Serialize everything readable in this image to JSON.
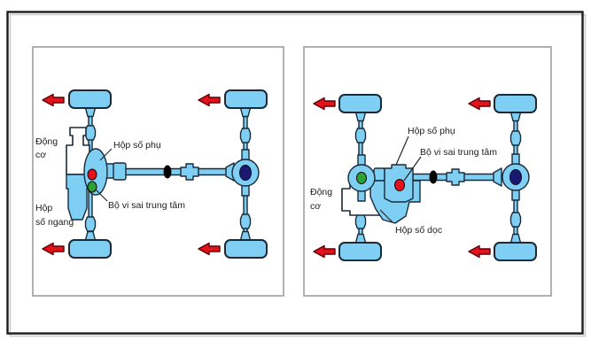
{
  "colors": {
    "component_blue": "#7FCEF3",
    "outline_dark": "#1A2A38",
    "arrow_red": "#E3121B",
    "indicator_red": "#E3121B",
    "indicator_green": "#2BA136",
    "indicator_navy": "#191970",
    "joint_black": "#000000",
    "engine_white": "#FFFFFF",
    "panel_border_gray": "#9E9E9E",
    "frame_black": "#1B1B1B",
    "text_dark": "#1C1C1C"
  },
  "panels": [
    {
      "name": "transverse-engine-4wd",
      "labels": {
        "engine": [
          "Động",
          "cơ"
        ],
        "transfer_case": "Hộp số phụ",
        "center_differential": "Bộ vi sai trung tâm",
        "gearbox": [
          "Hộp",
          "số ngang"
        ]
      }
    },
    {
      "name": "longitudinal-engine-4wd",
      "labels": {
        "engine": [
          "Động",
          "cơ"
        ],
        "transfer_case": "Hộp số phụ",
        "center_differential": "Bộ vi sai trung tâm",
        "gearbox": "Hộp số dọc"
      }
    }
  ]
}
